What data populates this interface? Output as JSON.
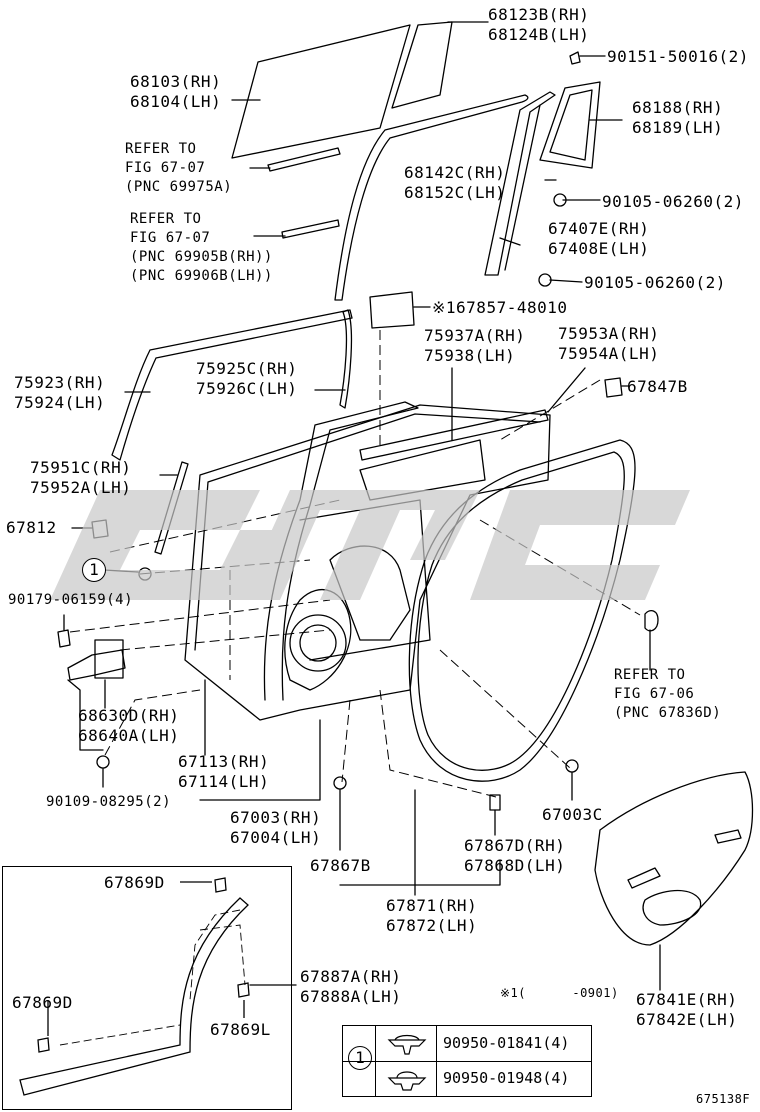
{
  "labels": {
    "l_68123B": "68123B(RH)",
    "l_68124B": "68124B(LH)",
    "l_90151": "90151-50016(2)",
    "l_68103": "68103(RH)",
    "l_68104": "68104(LH)",
    "l_68188": "68188(RH)",
    "l_68189": "68189(LH)",
    "l_ref1a": "REFER TO",
    "l_ref1b": "FIG 67-07",
    "l_ref1c": "(PNC 69975A)",
    "l_68142C": "68142C(RH)",
    "l_68152C": "68152C(LH)",
    "l_90105a": "90105-06260(2)",
    "l_ref2a": "REFER TO",
    "l_ref2b": "FIG 67-07",
    "l_ref2c": "(PNC 69905B(RH))",
    "l_ref2d": "(PNC 69906B(LH))",
    "l_67407E": "67407E(RH)",
    "l_67408E": "67408E(LH)",
    "l_90105b": "90105-06260(2)",
    "l_167857": "※167857-48010",
    "l_75937A": "75937A(RH)",
    "l_75938": "75938(LH)",
    "l_75953A": "75953A(RH)",
    "l_75954A": "75954A(LH)",
    "l_75923": "75923(RH)",
    "l_75924": "75924(LH)",
    "l_75925C": "75925C(RH)",
    "l_75926C": "75926C(LH)",
    "l_67847B": "67847B",
    "l_75951C": "75951C(RH)",
    "l_75952A": "75952A(LH)",
    "l_67812": "67812",
    "l_90179": "90179-06159(4)",
    "l_ref3a": "REFER TO",
    "l_ref3b": "FIG 67-06",
    "l_ref3c": "(PNC 67836D)",
    "l_68630D": "68630D(RH)",
    "l_68640A": "68640A(LH)",
    "l_67113": "67113(RH)",
    "l_67114": "67114(LH)",
    "l_90109": "90109-08295(2)",
    "l_67003": "67003(RH)",
    "l_67004": "67004(LH)",
    "l_67003C": "67003C",
    "l_67867D": "67867D(RH)",
    "l_67868D": "67868D(LH)",
    "l_67867B": "67867B",
    "l_67869D_top": "67869D",
    "l_67871": "67871(RH)",
    "l_67872": "67872(LH)",
    "l_67887A": "67887A(RH)",
    "l_67888A": "67888A(LH)",
    "l_67869D_bot": "67869D",
    "l_67869L": "67869L",
    "l_note": "※1(      -0901)",
    "l_67841E": "67841E(RH)",
    "l_67842E": "67842E(LH)",
    "l_fig": "675138F"
  },
  "circle_marker": "1",
  "legend": {
    "marker": "1",
    "rows": [
      {
        "code": "90950-01841(4)"
      },
      {
        "code": "90950-01948(4)"
      }
    ]
  },
  "watermark_text": "GMC",
  "colors": {
    "ink": "#000000",
    "watermark": "#c8c8c8",
    "background": "#ffffff"
  }
}
